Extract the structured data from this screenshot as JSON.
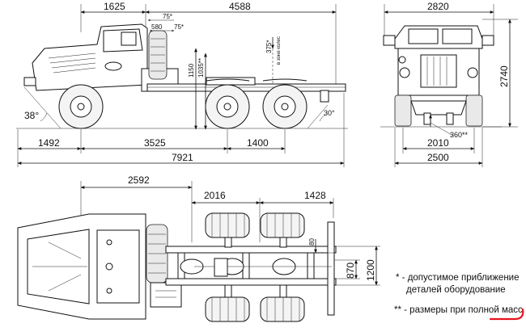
{
  "side_view": {
    "dims": {
      "front_to_cab": "1625",
      "cab_to_rear": "4588",
      "gap_75_top": "75*",
      "gap_75_bottom": "75*",
      "gap_580": "580",
      "coupler_375": "375*",
      "coupler_note": "в зоне колес",
      "height_1150": "1150",
      "height_1035": "1035**",
      "angle_front": "38°",
      "angle_rear": "30°",
      "front_overhang": "1492",
      "wheelbase": "3525",
      "bogie": "1400",
      "overall_length": "7921"
    }
  },
  "front_view": {
    "dims": {
      "width_2820": "2820",
      "height_2740": "2740",
      "clearance_360": "360**",
      "track_2010": "2010",
      "width_2500": "2500"
    }
  },
  "top_view": {
    "dims": {
      "dim_2592": "2592",
      "dim_2016": "2016",
      "dim_1428": "1428",
      "dim_80": "80",
      "dim_870": "870",
      "dim_1200": "1200"
    }
  },
  "notes": {
    "line1": "* - допустимое приближение",
    "line2": "деталей оборудование",
    "line3": "** - размеры при полной масс"
  },
  "accent_color": "#e8141c"
}
